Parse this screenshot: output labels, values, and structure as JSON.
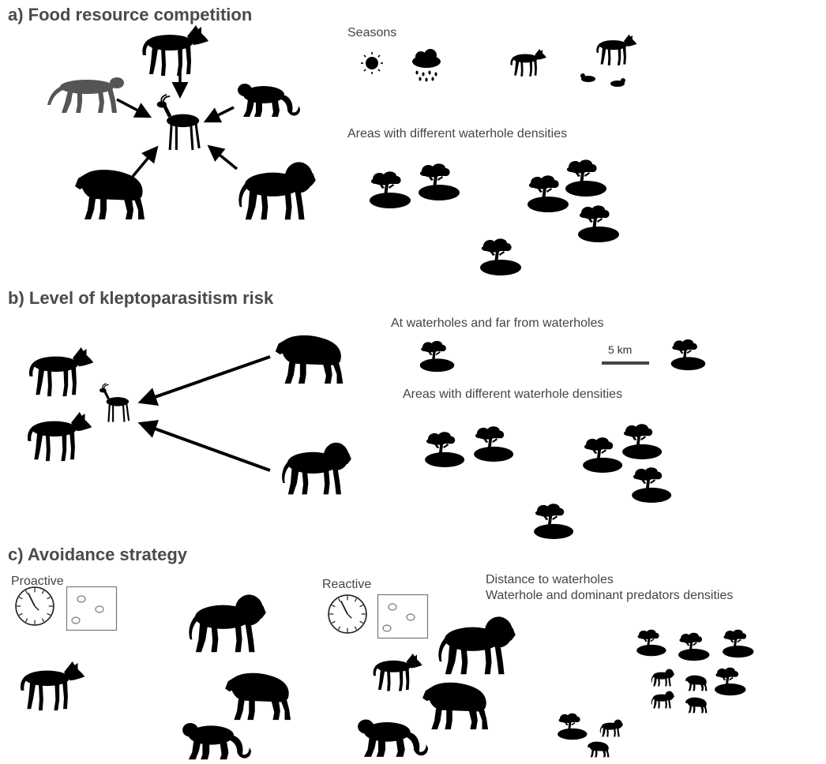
{
  "sections": {
    "a": {
      "title": "a) Food resource competition",
      "seasons_label": "Seasons",
      "areas_label": "Areas with different waterhole densities",
      "icons": [
        "wild-dog",
        "cheetah",
        "leopard",
        "impala",
        "hyena",
        "lion",
        "sun",
        "rain-cloud",
        "wild-dog-running",
        "wild-dog-with-pups",
        "acacia-waterhole"
      ]
    },
    "b": {
      "title": "b) Level of kleptoparasitism risk",
      "waterholes_label": "At waterholes and far from waterholes",
      "scale_label": "5 km",
      "areas_label": "Areas with different waterhole densities",
      "icons": [
        "wild-dog",
        "impala",
        "hyena",
        "lion",
        "acacia-waterhole",
        "scale-bar"
      ]
    },
    "c": {
      "title": "c) Avoidance strategy",
      "proactive_label": "Proactive",
      "reactive_label": "Reactive",
      "distance_label": "Distance to waterholes",
      "densities_label": "Waterhole and dominant predators densities",
      "icons": [
        "clock",
        "map-box",
        "wild-dog",
        "lion",
        "hyena",
        "leopard",
        "acacia-waterhole"
      ]
    }
  },
  "colors": {
    "silhouette": "#000000",
    "title": "#4a4a4a",
    "cheetah": "#555555",
    "frame": "#777777"
  }
}
